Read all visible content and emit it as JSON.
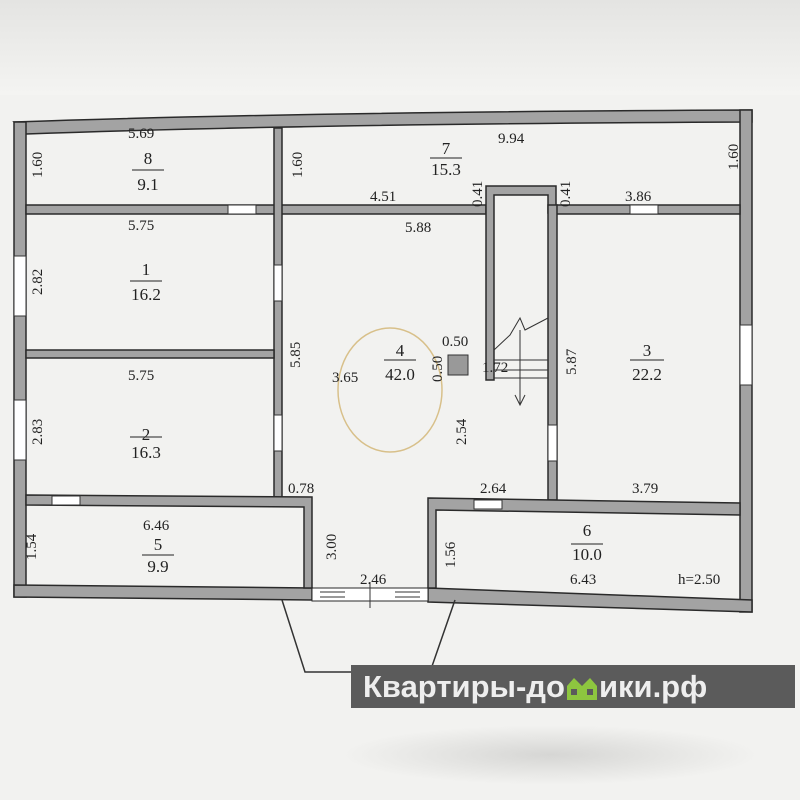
{
  "plan": {
    "rooms": [
      {
        "id": "1",
        "area": "16.2"
      },
      {
        "id": "2",
        "area": "16.3"
      },
      {
        "id": "3",
        "area": "22.2"
      },
      {
        "id": "4",
        "area": "42.0"
      },
      {
        "id": "5",
        "area": "9.9"
      },
      {
        "id": "6",
        "area": "10.0"
      },
      {
        "id": "7",
        "area": "15.3"
      },
      {
        "id": "8",
        "area": "9.1"
      }
    ],
    "dims": {
      "r8_w": "5.69",
      "r8_h": "1.60",
      "r7_h_left": "1.60",
      "r7_w": "9.94",
      "r7_h_right": "1.60",
      "stair_l": "0.41",
      "stair_r": "0.41",
      "r7_b": "4.51",
      "r3_top": "3.86",
      "r1_w": "5.75",
      "r1_h": "2.82",
      "r4_top": "5.88",
      "r4_left": "5.85",
      "r3_h": "5.87",
      "r2_w": "5.75",
      "r2_h": "2.83",
      "r4_mid": "3.65",
      "col_w": "0.50",
      "col_h": "0.50",
      "stair_w": "1.72",
      "r4_right": "2.54",
      "corr_l": "0.78",
      "corr_r": "2.64",
      "r3_bot": "3.79",
      "r5_w": "6.46",
      "r5_h": "1.54",
      "corr_h": "3.00",
      "r6_h": "1.56",
      "door": "2.46",
      "r6_w": "6.43",
      "height": "h=2.50"
    }
  },
  "watermark": {
    "prefix": "Квартиры-до",
    "suffix": "ики.рф",
    "icon_color": "#8dc63f"
  }
}
